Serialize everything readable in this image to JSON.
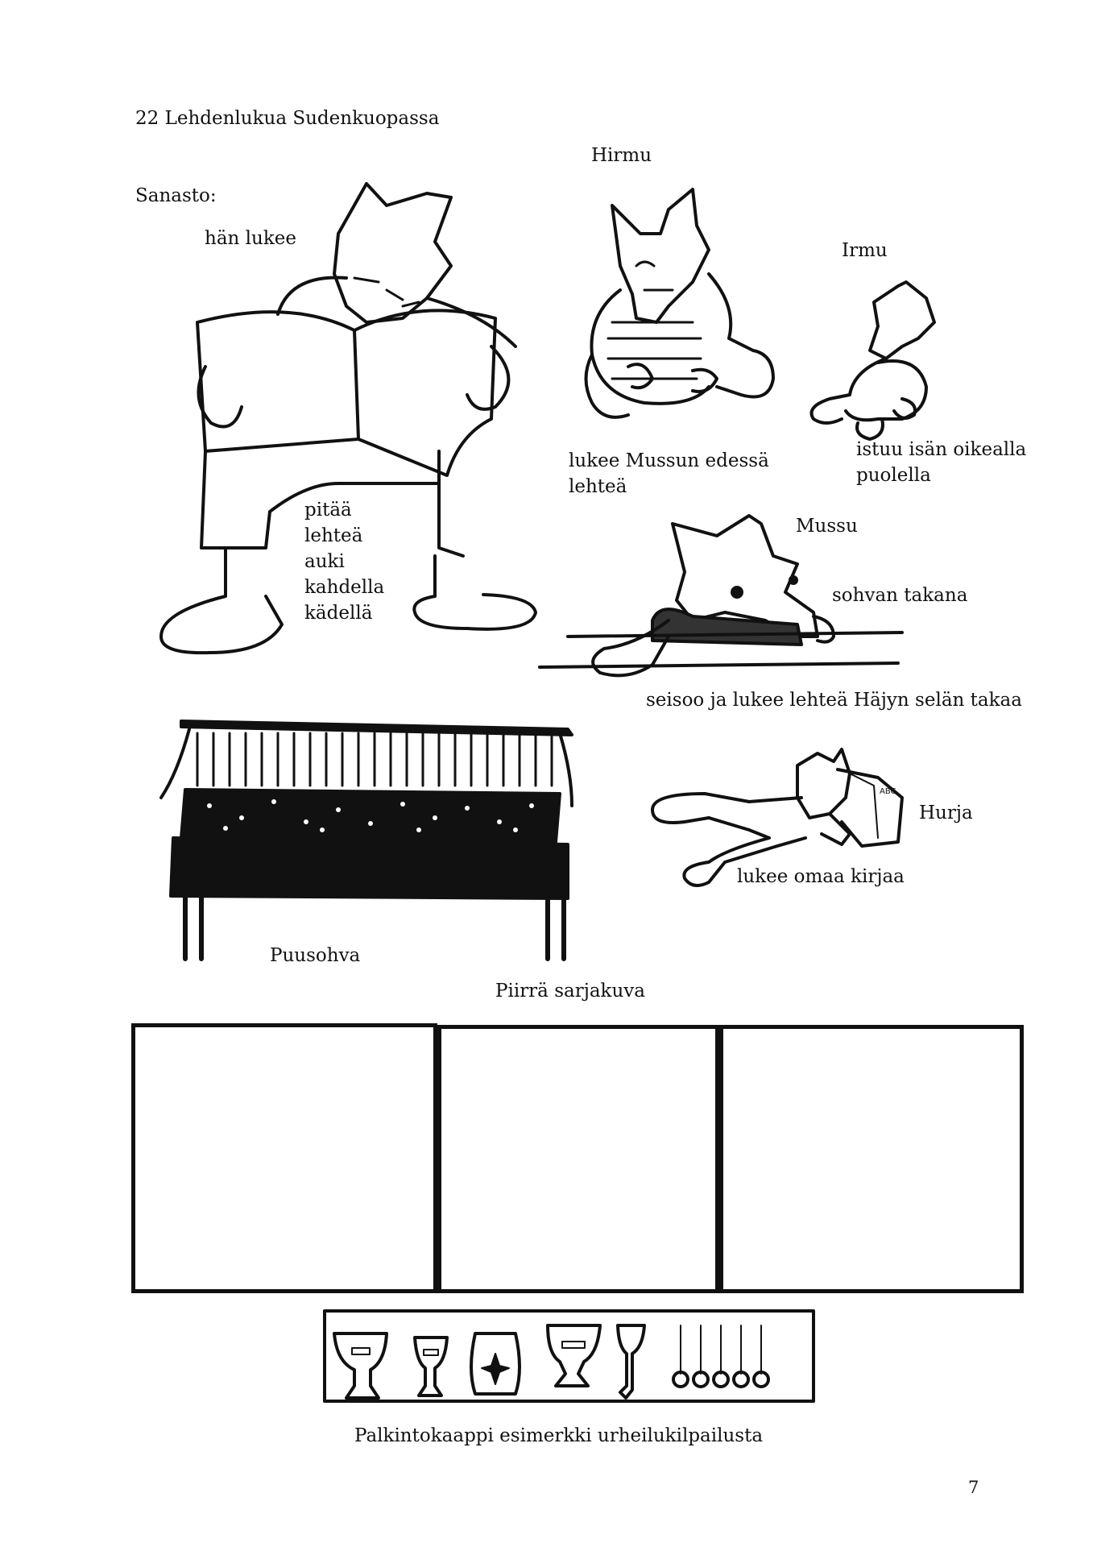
{
  "page": {
    "title": "22 Lehdenlukua Sudenkuopassa",
    "vocab_heading": "Sanasto:",
    "page_number": "7"
  },
  "labels": {
    "han_lukee": "hän lukee",
    "hirmu": "Hirmu",
    "irmu": "Irmu",
    "hirmu_caption": "lukee Mussun edessä lehteä",
    "irmu_caption": "istuu isän oikealla puolella",
    "pitaa": "pitää lehteä auki kahdella kädellä",
    "mussu": "Mussu",
    "sohvan_takana": "sohvan takana",
    "seisoo": "seisoo ja lukee lehteä Häjyn selän takaa",
    "hurja": "Hurja",
    "oma_kirja": "lukee omaa kirjaa",
    "puusohva": "Puusohva",
    "piirra": "Piirrä sarjakuva",
    "palkinto": "Palkintokaappi esimerkki urheilukilpailusta"
  },
  "comic": {
    "panels": 3
  },
  "colors": {
    "ink": "#111111",
    "paper": "#ffffff"
  }
}
